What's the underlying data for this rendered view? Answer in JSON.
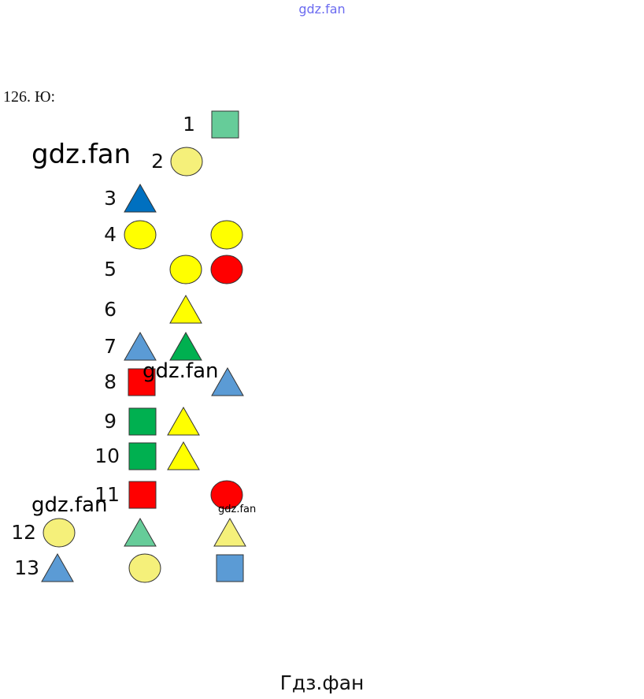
{
  "watermark_top": "gdz.fan",
  "title": "126. Ю:",
  "watermarks": [
    "gdz.fan",
    "gdz.fan",
    "gdz.fan",
    "gdz.fan"
  ],
  "footer": "Гдз.фан",
  "colors": {
    "yellow": "#ffff00",
    "light_yellow": "#f5f07a",
    "red": "#ff0000",
    "green": "#00b050",
    "light_green": "#66cc99",
    "blue": "#0070c0",
    "light_blue": "#5b9bd5",
    "outline": "#333333"
  },
  "rows": [
    {
      "number": "1",
      "shapes": [
        {
          "type": "square",
          "color": "light_green"
        }
      ]
    },
    {
      "number": "2",
      "shapes": [
        {
          "type": "circle",
          "color": "light_yellow"
        }
      ]
    },
    {
      "number": "3",
      "shapes": [
        {
          "type": "triangle",
          "color": "blue"
        }
      ]
    },
    {
      "number": "4",
      "shapes": [
        {
          "type": "circle",
          "color": "yellow"
        },
        {
          "type": "circle",
          "color": "yellow"
        }
      ]
    },
    {
      "number": "5",
      "shapes": [
        {
          "type": "circle",
          "color": "yellow"
        },
        {
          "type": "circle",
          "color": "red"
        }
      ]
    },
    {
      "number": "6",
      "shapes": [
        {
          "type": "triangle",
          "color": "yellow"
        }
      ]
    },
    {
      "number": "7",
      "shapes": [
        {
          "type": "triangle",
          "color": "light_blue"
        },
        {
          "type": "triangle",
          "color": "green"
        }
      ]
    },
    {
      "number": "8",
      "shapes": [
        {
          "type": "square",
          "color": "red"
        },
        {
          "type": "triangle",
          "color": "light_blue"
        }
      ]
    },
    {
      "number": "9",
      "shapes": [
        {
          "type": "square",
          "color": "green"
        },
        {
          "type": "triangle",
          "color": "yellow"
        }
      ]
    },
    {
      "number": "10",
      "shapes": [
        {
          "type": "square",
          "color": "green"
        },
        {
          "type": "triangle",
          "color": "yellow"
        }
      ]
    },
    {
      "number": "11",
      "shapes": [
        {
          "type": "square",
          "color": "red"
        },
        {
          "type": "circle",
          "color": "red"
        }
      ]
    },
    {
      "number": "12",
      "shapes": [
        {
          "type": "circle",
          "color": "light_yellow"
        },
        {
          "type": "triangle",
          "color": "light_green"
        },
        {
          "type": "triangle",
          "color": "light_yellow"
        }
      ]
    },
    {
      "number": "13",
      "shapes": [
        {
          "type": "triangle",
          "color": "light_blue"
        },
        {
          "type": "circle",
          "color": "light_yellow"
        },
        {
          "type": "square",
          "color": "light_blue"
        }
      ]
    }
  ]
}
